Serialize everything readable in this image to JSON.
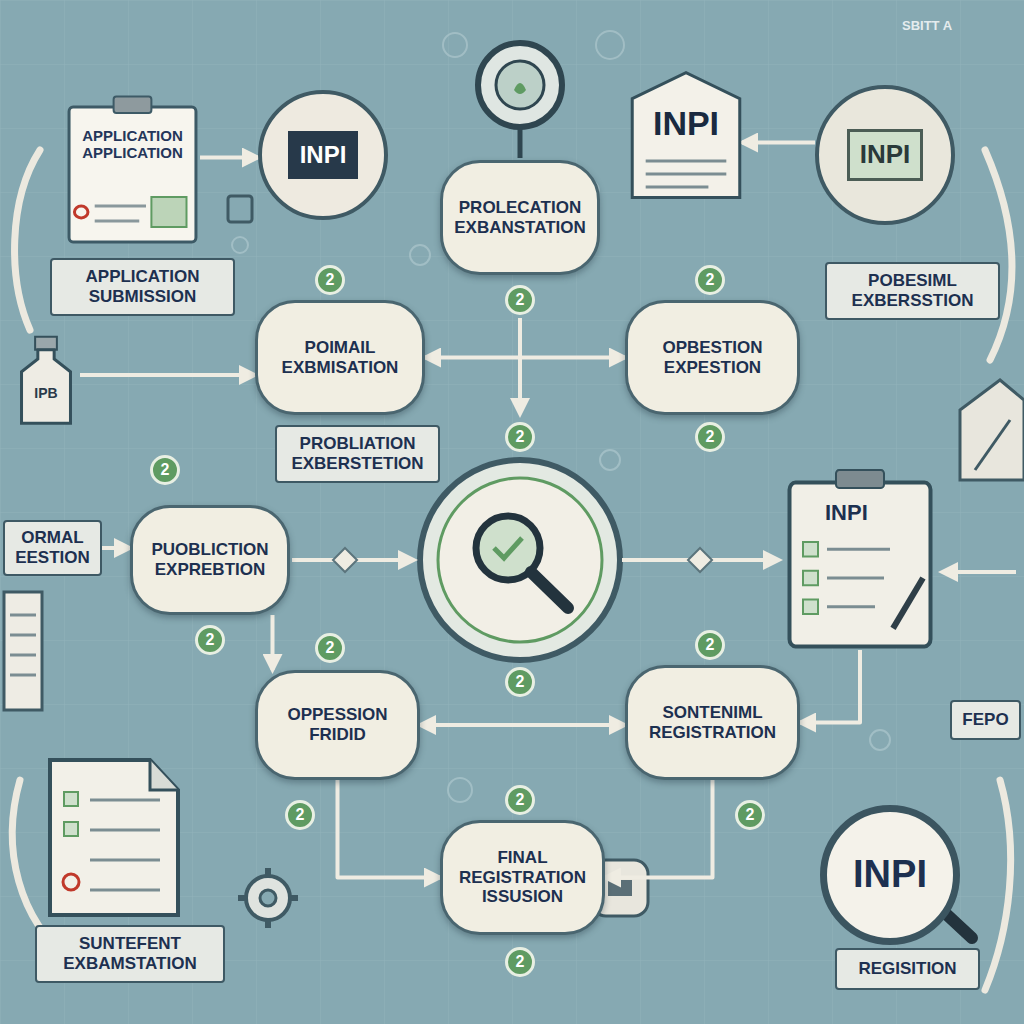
{
  "diagram": {
    "nodes": [
      {
        "text": [
          "APPLICATION APPLICATION"
        ]
      },
      {
        "text": [
          "APPLICATION SUBMISSION"
        ]
      },
      {
        "text": [
          "INPI"
        ]
      },
      {
        "text": [
          "PROLECATION EXBANSTATION"
        ]
      },
      {
        "text": [
          "INPI"
        ]
      },
      {
        "text": [
          "INPI"
        ]
      },
      {
        "text": [
          "POBESIML EXBERSSTION"
        ]
      },
      {
        "text": [
          "ORMAL EESTION"
        ]
      },
      {
        "text": [
          "IPB"
        ]
      },
      {
        "text": [
          "POIMAIL EXBMISATION"
        ]
      },
      {
        "text": [
          "PROBLIATION EXBERSTETION"
        ]
      },
      {
        "text": [
          "OPBESTION EXPESTION"
        ]
      },
      {
        "text": [
          "PUOBLICTION EXPREBTION"
        ]
      },
      {
        "text": [
          "INPI"
        ]
      },
      {
        "text": [
          "OPPESSION FRIDID"
        ]
      },
      {
        "text": [
          "SONTENIML REGISTRATION"
        ]
      },
      {
        "text": [
          "FEPO"
        ]
      },
      {
        "text": [
          "FINAL REGISTRATION ISSUSION"
        ]
      },
      {
        "text": [
          "SUNTEFENT EXBAMSTATION"
        ]
      },
      {
        "text": [
          "INPI"
        ]
      },
      {
        "text": [
          "REGISITION"
        ]
      }
    ],
    "edges": [
      {
        "from": 0,
        "to": 2,
        "arrow": "to"
      },
      {
        "from": 5,
        "to": 4,
        "arrow": "to"
      },
      {
        "from": 9,
        "to": 11,
        "arrow": "both"
      },
      {
        "from": 8,
        "to": 9,
        "arrow": "to"
      },
      {
        "from": 7,
        "to": 12,
        "arrow": "to"
      },
      {
        "from": 12,
        "to": 14,
        "arrow": "to"
      },
      {
        "from": 14,
        "to": 15,
        "arrow": "both"
      },
      {
        "from": 14,
        "to": 17,
        "arrow": "to"
      },
      {
        "from": 15,
        "to": 17,
        "arrow": "to"
      },
      {
        "from": 13,
        "to": 15,
        "arrow": "to"
      }
    ],
    "labels": [
      "SBITT A",
      "2",
      "2",
      "2",
      "2",
      "2",
      "2",
      "2",
      "2",
      "2",
      "2",
      "2",
      "2",
      "2",
      "2"
    ]
  }
}
